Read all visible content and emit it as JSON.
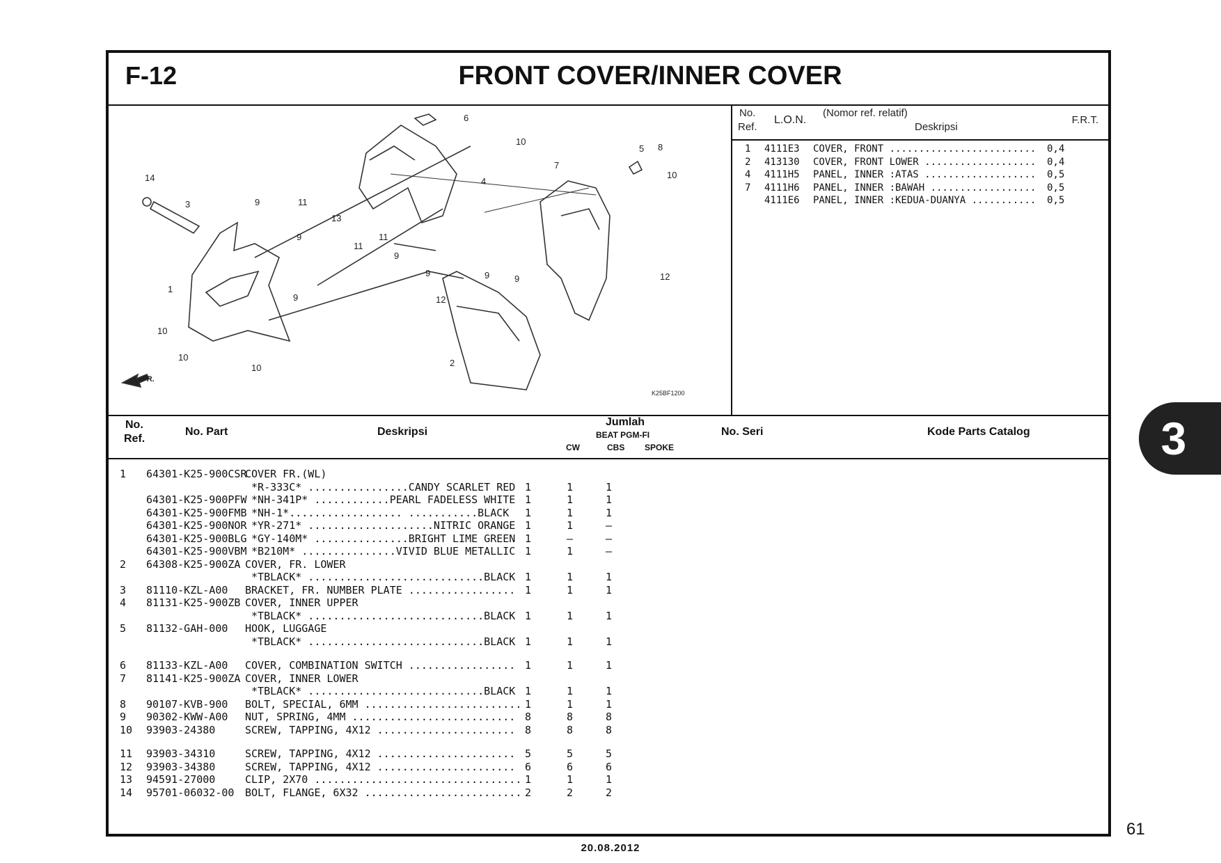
{
  "header": {
    "code": "F-12",
    "title": "FRONT COVER/INNER COVER"
  },
  "diagram": {
    "code": "K25BF1200",
    "fr": "FR.",
    "callouts": [
      "1",
      "2",
      "3",
      "4",
      "5",
      "6",
      "7",
      "8",
      "9",
      "10",
      "11",
      "12",
      "13",
      "14"
    ]
  },
  "lon_panel": {
    "headers": {
      "no": "No.",
      "ref": "Ref.",
      "lon": "L.O.N.",
      "nomor": "(Nomor ref. relatif)",
      "deskripsi": "Deskripsi",
      "frt": "F.R.T."
    },
    "rows": [
      {
        "ref": "1",
        "lon": "4111E3",
        "desc": "COVER, FRONT .........................",
        "frt": "0,4"
      },
      {
        "ref": "2",
        "lon": "413130",
        "desc": "COVER, FRONT LOWER ...................",
        "frt": "0,4"
      },
      {
        "ref": "4",
        "lon": "4111H5",
        "desc": "PANEL, INNER :ATAS ...................",
        "frt": "0,5"
      },
      {
        "ref": "7",
        "lon": "4111H6",
        "desc": "PANEL, INNER :BAWAH ..................",
        "frt": "0,5"
      },
      {
        "ref": "",
        "lon": "4111E6",
        "desc": "PANEL, INNER :KEDUA-DUANYA ...........",
        "frt": "0,5"
      }
    ]
  },
  "table": {
    "headers": {
      "no": "No.",
      "ref": "Ref.",
      "part": "No. Part",
      "desc": "Deskripsi",
      "jumlah": "Jumlah",
      "model": "BEAT PGM-FI",
      "cw": "CW",
      "cbs": "CBS",
      "spoke": "SPOKE",
      "seri": "No. Seri",
      "kode": "Kode Parts Catalog"
    },
    "rows": [
      {
        "ref": "1",
        "part": "64301-K25-900CSR",
        "desc": "COVER FR.(WL)",
        "cw": "",
        "cbs": "",
        "spoke": ""
      },
      {
        "ref": "",
        "part": "",
        "desc": " *R-333C* ................CANDY SCARLET RED",
        "cw": "1",
        "cbs": "1",
        "spoke": "1"
      },
      {
        "ref": "",
        "part": "64301-K25-900PFW",
        "desc": " *NH-341P* ............PEARL FADELESS WHITE",
        "cw": "1",
        "cbs": "1",
        "spoke": "1"
      },
      {
        "ref": "",
        "part": "64301-K25-900FMB",
        "desc": " *NH-1*.................. ...........BLACK",
        "cw": "1",
        "cbs": "1",
        "spoke": "1"
      },
      {
        "ref": "",
        "part": "64301-K25-900NOR",
        "desc": " *YR-271* ....................NITRIC ORANGE",
        "cw": "1",
        "cbs": "1",
        "spoke": "–"
      },
      {
        "ref": "",
        "part": "64301-K25-900BLG",
        "desc": " *GY-140M* ...............BRIGHT LIME GREEN",
        "cw": "1",
        "cbs": "–",
        "spoke": "–"
      },
      {
        "ref": "",
        "part": "64301-K25-900VBM",
        "desc": " *B210M* ...............VIVID BLUE METALLIC",
        "cw": "1",
        "cbs": "1",
        "spoke": "–"
      },
      {
        "ref": "2",
        "part": "64308-K25-900ZA",
        "desc": "COVER, FR. LOWER",
        "cw": "",
        "cbs": "",
        "spoke": ""
      },
      {
        "ref": "",
        "part": "",
        "desc": " *TBLACK* ............................BLACK",
        "cw": "1",
        "cbs": "1",
        "spoke": "1"
      },
      {
        "ref": "3",
        "part": "81110-KZL-A00",
        "desc": "BRACKET, FR. NUMBER PLATE .................",
        "cw": "1",
        "cbs": "1",
        "spoke": "1"
      },
      {
        "ref": "4",
        "part": "81131-K25-900ZB",
        "desc": "COVER, INNER UPPER",
        "cw": "",
        "cbs": "",
        "spoke": ""
      },
      {
        "ref": "",
        "part": "",
        "desc": " *TBLACK* ............................BLACK",
        "cw": "1",
        "cbs": "1",
        "spoke": "1"
      },
      {
        "ref": "5",
        "part": "81132-GAH-000",
        "desc": "HOOK, LUGGAGE",
        "cw": "",
        "cbs": "",
        "spoke": ""
      },
      {
        "ref": "",
        "part": "",
        "desc": " *TBLACK* ............................BLACK",
        "cw": "1",
        "cbs": "1",
        "spoke": "1"
      },
      {
        "ref": "6",
        "part": "81133-KZL-A00",
        "desc": "COVER, COMBINATION SWITCH .................",
        "cw": "1",
        "cbs": "1",
        "spoke": "1"
      },
      {
        "ref": "7",
        "part": "81141-K25-900ZA",
        "desc": "COVER, INNER LOWER",
        "cw": "",
        "cbs": "",
        "spoke": ""
      },
      {
        "ref": "",
        "part": "",
        "desc": " *TBLACK* ............................BLACK",
        "cw": "1",
        "cbs": "1",
        "spoke": "1"
      },
      {
        "ref": "8",
        "part": "90107-KVB-900",
        "desc": "BOLT, SPECIAL, 6MM .........................",
        "cw": "1",
        "cbs": "1",
        "spoke": "1"
      },
      {
        "ref": "9",
        "part": "90302-KWW-A00",
        "desc": "NUT, SPRING, 4MM ..........................",
        "cw": "8",
        "cbs": "8",
        "spoke": "8"
      },
      {
        "ref": "10",
        "part": "93903-24380",
        "desc": "SCREW, TAPPING, 4X12 ......................",
        "cw": "8",
        "cbs": "8",
        "spoke": "8"
      },
      {
        "ref": "11",
        "part": "93903-34310",
        "desc": "SCREW, TAPPING, 4X12 ......................",
        "cw": "5",
        "cbs": "5",
        "spoke": "5"
      },
      {
        "ref": "12",
        "part": "93903-34380",
        "desc": "SCREW, TAPPING, 4X12 ......................",
        "cw": "6",
        "cbs": "6",
        "spoke": "6"
      },
      {
        "ref": "13",
        "part": "94591-27000",
        "desc": "CLIP, 2X70 .................................",
        "cw": "1",
        "cbs": "1",
        "spoke": "1"
      },
      {
        "ref": "14",
        "part": "95701-06032-00",
        "desc": "BOLT, FLANGE, 6X32 .........................",
        "cw": "2",
        "cbs": "2",
        "spoke": "2"
      }
    ]
  },
  "badge": "3",
  "page_number": "61",
  "date": "20.08.2012"
}
